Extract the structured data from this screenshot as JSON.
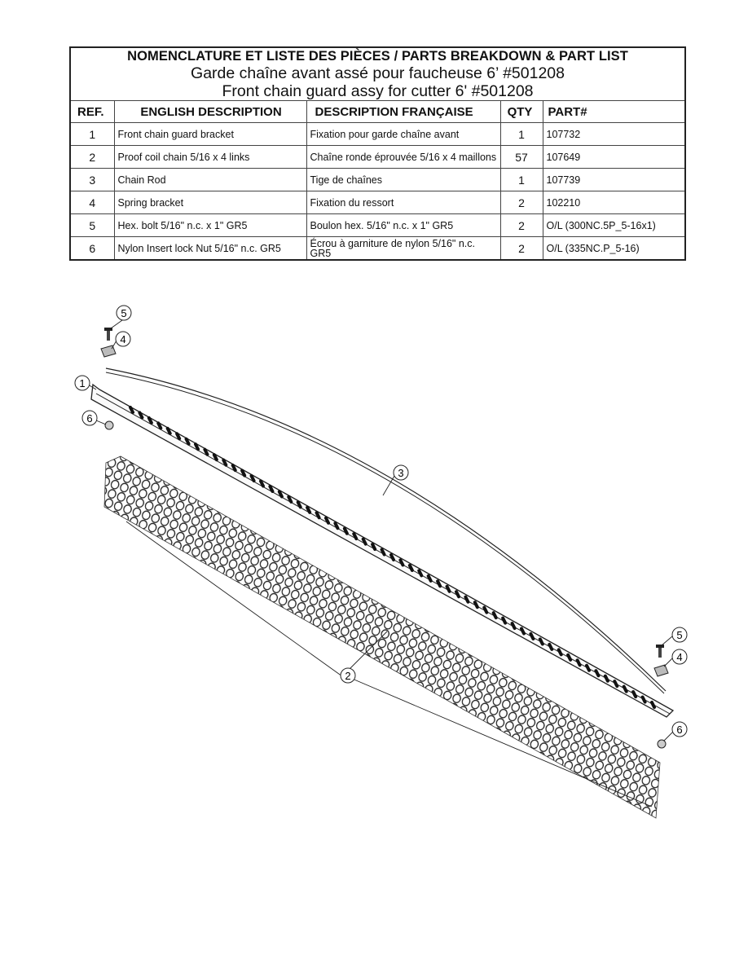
{
  "header": {
    "title": "NOMENCLATURE ET LISTE DES PIÈCES / PARTS BREAKDOWN & PART LIST",
    "subtitle_fr": "Garde chaîne avant assé pour faucheuse 6’ #501208",
    "subtitle_en": "Front chain guard assy for cutter 6' #501208"
  },
  "columns": {
    "ref": "REF.",
    "english": "ENGLISH DESCRIPTION",
    "french": "DESCRIPTION FRANÇAISE",
    "qty": "QTY",
    "part": "PART#"
  },
  "rows": [
    {
      "ref": "1",
      "english": "Front chain guard bracket",
      "french": "Fixation pour garde chaîne avant",
      "qty": "1",
      "part": "107732"
    },
    {
      "ref": "2",
      "english": "Proof coil chain 5/16 x 4 links",
      "french": "Chaîne ronde éprouvée 5/16 x 4 maillons",
      "qty": "57",
      "part": "107649"
    },
    {
      "ref": "3",
      "english": "Chain Rod",
      "french": "Tige de chaînes",
      "qty": "1",
      "part": "107739"
    },
    {
      "ref": "4",
      "english": "Spring bracket",
      "french": "Fixation du ressort",
      "qty": "2",
      "part": "102210"
    },
    {
      "ref": "5",
      "english": "Hex. bolt 5/16\" n.c. x 1\" GR5",
      "french": "Boulon hex. 5/16\" n.c. x 1\" GR5",
      "qty": "2",
      "part": "O/L (300NC.5P_5-16x1)"
    },
    {
      "ref": "6",
      "english": "Nylon Insert lock Nut 5/16\" n.c. GR5",
      "french": "Écrou à garniture de nylon 5/16\" n.c. GR5",
      "qty": "2",
      "part": "O/L (335NC.P_5-16)"
    }
  ],
  "callouts": {
    "c1": "1",
    "c2": "2",
    "c3": "3",
    "c4a": "4",
    "c4b": "4",
    "c5a": "5",
    "c5b": "5",
    "c6a": "6",
    "c6b": "6"
  }
}
